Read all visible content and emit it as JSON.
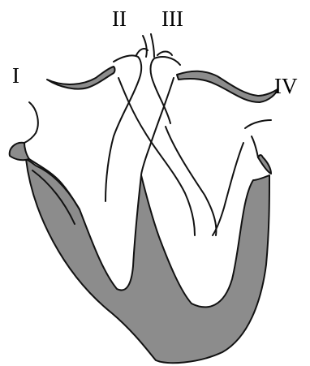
{
  "labels": {
    "i": "I",
    "ii": "II",
    "iii": "III",
    "iv": "IV"
  },
  "colors": {
    "muscle_fill": "#8c8c8c",
    "outline": "#111111",
    "background": "#ffffff"
  }
}
